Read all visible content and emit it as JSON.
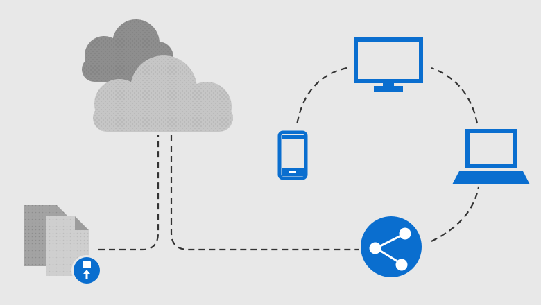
{
  "diagram": {
    "colors": {
      "background": "#e8e8e8",
      "accent_blue": "#0a6ecf",
      "cloud_dark": "#8f8f8f",
      "cloud_light": "#c4c4c4",
      "document_gray": "#9a9a9a",
      "connector": "#333333"
    },
    "nodes": [
      {
        "id": "cloud",
        "icon": "cloud-icon"
      },
      {
        "id": "documents",
        "icon": "document-stack-icon"
      },
      {
        "id": "upload-badge",
        "icon": "upload-icon"
      },
      {
        "id": "share",
        "icon": "share-icon"
      },
      {
        "id": "desktop",
        "icon": "desktop-monitor-icon"
      },
      {
        "id": "laptop",
        "icon": "laptop-icon"
      },
      {
        "id": "phone",
        "icon": "smartphone-icon"
      }
    ],
    "connectors": [
      {
        "from": "documents",
        "to": "cloud",
        "style": "dashed"
      },
      {
        "from": "cloud",
        "to": "share",
        "style": "dashed"
      },
      {
        "from": "share",
        "to": "laptop",
        "style": "dashed"
      },
      {
        "from": "laptop",
        "to": "desktop",
        "style": "dashed"
      },
      {
        "from": "desktop",
        "to": "phone",
        "style": "dashed"
      }
    ]
  }
}
